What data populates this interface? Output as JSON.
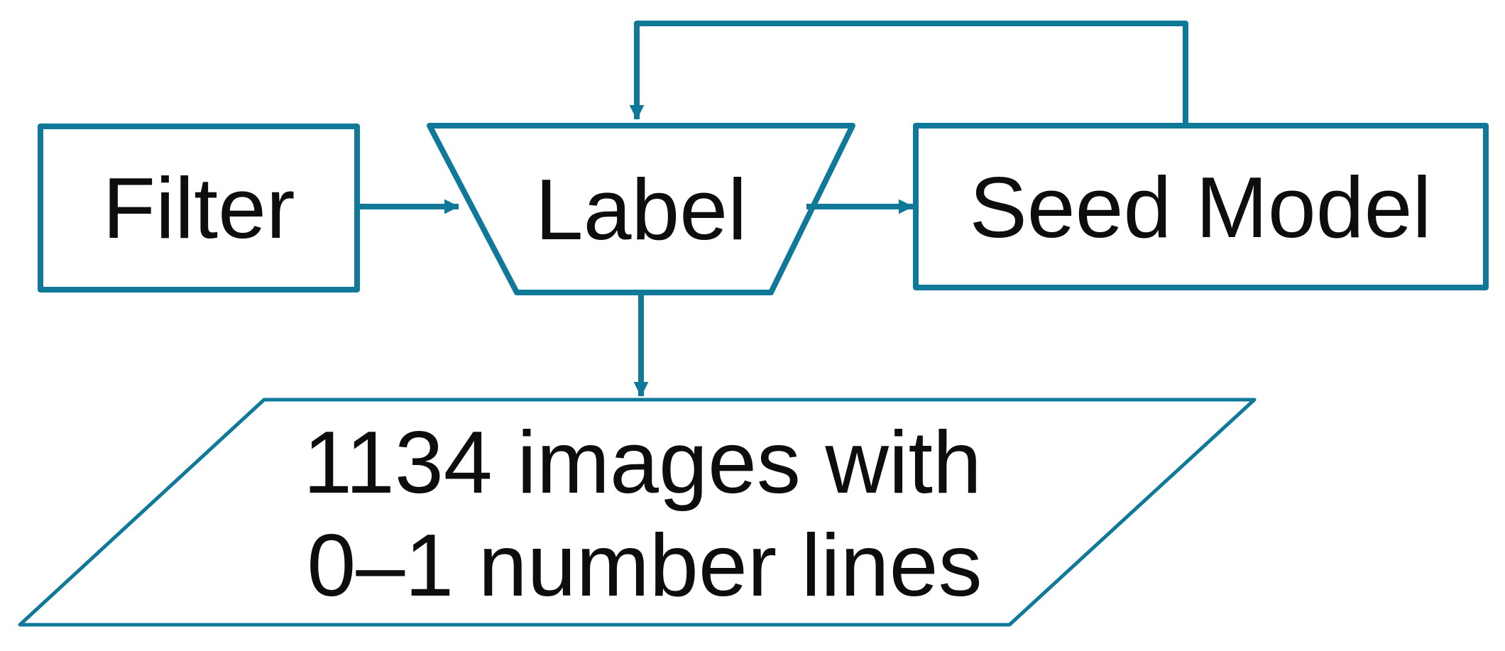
{
  "diagram": {
    "type": "flowchart",
    "background": "#ffffff",
    "accent_color": "#10799A",
    "text_color": "#0d0d0d",
    "nodes": {
      "filter": {
        "label": "Filter",
        "shape": "rectangle"
      },
      "label": {
        "label": "Label",
        "shape": "inverted-trapezoid"
      },
      "seed_model": {
        "label": "Seed Model",
        "shape": "rectangle"
      },
      "dataset": {
        "label": "1134 images with 0–1 number lines",
        "line1": "1134 images with",
        "line2": "0–1 number lines",
        "shape": "parallelogram"
      }
    },
    "edges": [
      {
        "from": "filter",
        "to": "label",
        "arrow": "forward",
        "route": "horizontal"
      },
      {
        "from": "label",
        "to": "seed_model",
        "arrow": "forward",
        "route": "horizontal"
      },
      {
        "from": "seed_model",
        "to": "label",
        "arrow": "forward",
        "route": "top-feedback-loop"
      },
      {
        "from": "label",
        "to": "dataset",
        "arrow": "forward",
        "route": "vertical"
      }
    ]
  }
}
